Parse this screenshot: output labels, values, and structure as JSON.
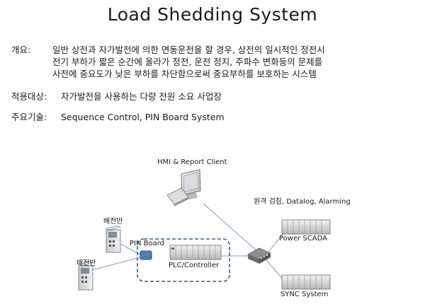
{
  "title": "Load Shedding System",
  "overview": {
    "label": "개요:",
    "lines": [
      "일반 상전과 자가발전에 의한 연동운전을 할 경우, 상전의 일시적인 정전시",
      "전기 부하가 짧은 순간에 올라가 정전, 운전 정지, 주파수 변화등의 문제를",
      "사전에 중요도가 낮은 부하를 차단함으로써 중요부하를 보호하는 시스템"
    ]
  },
  "target": {
    "label": "적용대상:",
    "text": "자가발전을 사용하는 다량 전원 소요 사업장"
  },
  "tech": {
    "label": "주요기술:",
    "text": "Sequence Control, PIN Board System"
  },
  "diagram": {
    "hmi_label": "HMI & Report Client",
    "remote_label": "원격 검침, Datalog, Alarming",
    "panel_label_1": "배전반",
    "panel_label_2": "배전반",
    "pin_board_label": "PIN Board",
    "plc_label": "PLC/Controller",
    "power_scada_label": "Power SCADA",
    "sync_label": "SYNC System"
  }
}
